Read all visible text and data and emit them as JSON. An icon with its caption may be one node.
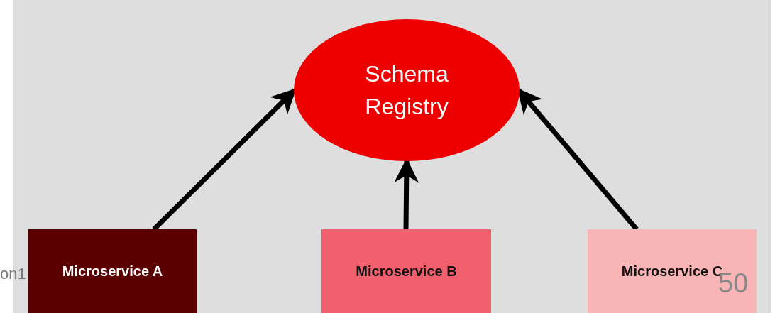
{
  "diagram": {
    "nodes": [
      {
        "text": [
          "Schema Registry"
        ]
      },
      {
        "text": [
          "Microservice A"
        ]
      },
      {
        "text": [
          "Microservice B"
        ]
      },
      {
        "text": [
          "Microservice C"
        ]
      }
    ],
    "edges": [
      {
        "from": 1,
        "to": 0,
        "arrow": "to"
      },
      {
        "from": 2,
        "to": 0,
        "arrow": "to"
      },
      {
        "from": 3,
        "to": 0,
        "arrow": "to"
      }
    ],
    "labels": [
      "on1",
      "50"
    ]
  }
}
